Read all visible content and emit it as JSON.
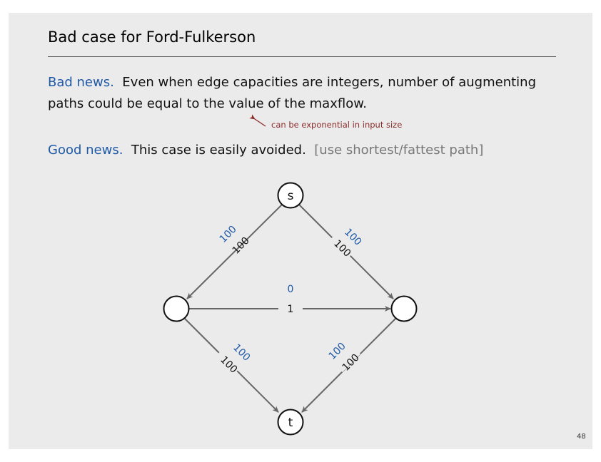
{
  "title": "Bad case for Ford-Fulkerson",
  "bad_news": {
    "label": "Bad news.",
    "text_line1": "Even when edge capacities are integers, number of augmenting",
    "text_line2": "paths could be equal to the value of the maxflow."
  },
  "annotation": "can be exponential in input size",
  "good_news": {
    "label": "Good news.",
    "text": "This case is easily avoided.",
    "hint": "[use shortest/fattest path]"
  },
  "graph": {
    "nodes": {
      "source": "s",
      "sink": "t",
      "left": "",
      "right": ""
    },
    "edges": {
      "s_left": {
        "flow": "100",
        "capacity": "100"
      },
      "s_right": {
        "flow": "100",
        "capacity": "100"
      },
      "left_right": {
        "flow": "0",
        "capacity": "1"
      },
      "left_t": {
        "flow": "100",
        "capacity": "100"
      },
      "right_t": {
        "flow": "100",
        "capacity": "100"
      }
    }
  },
  "colors": {
    "flow": "#1f5aa6",
    "edge": "#666666",
    "annotation": "#8b2c2c",
    "background": "#ebebeb"
  },
  "page_number": "48"
}
